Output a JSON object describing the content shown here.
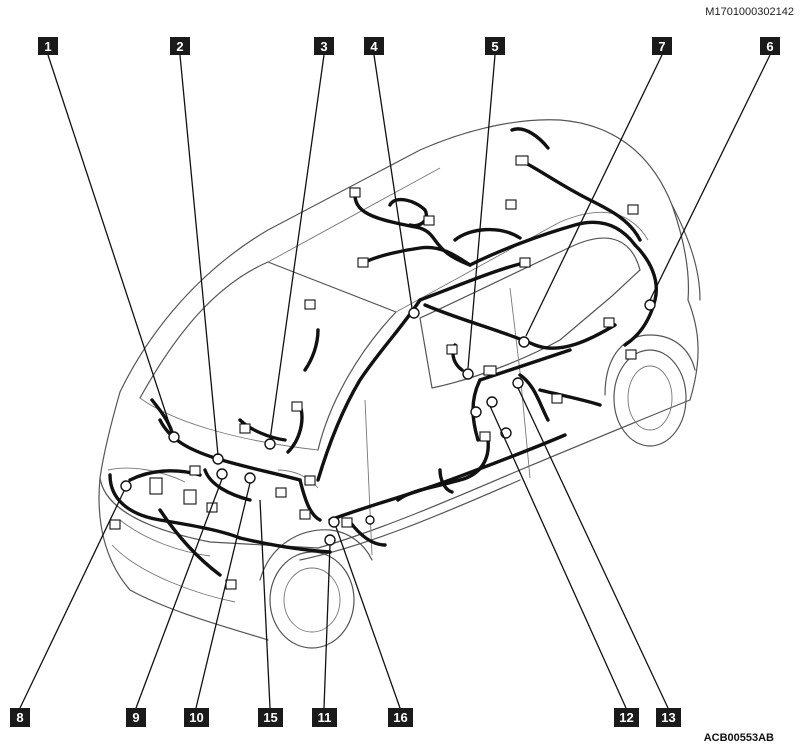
{
  "document_id": "M1701000302142",
  "figure_id": "ACB00553AB",
  "callouts": [
    "1",
    "2",
    "3",
    "4",
    "5",
    "7",
    "6",
    "8",
    "9",
    "10",
    "15",
    "11",
    "16",
    "12",
    "13"
  ]
}
